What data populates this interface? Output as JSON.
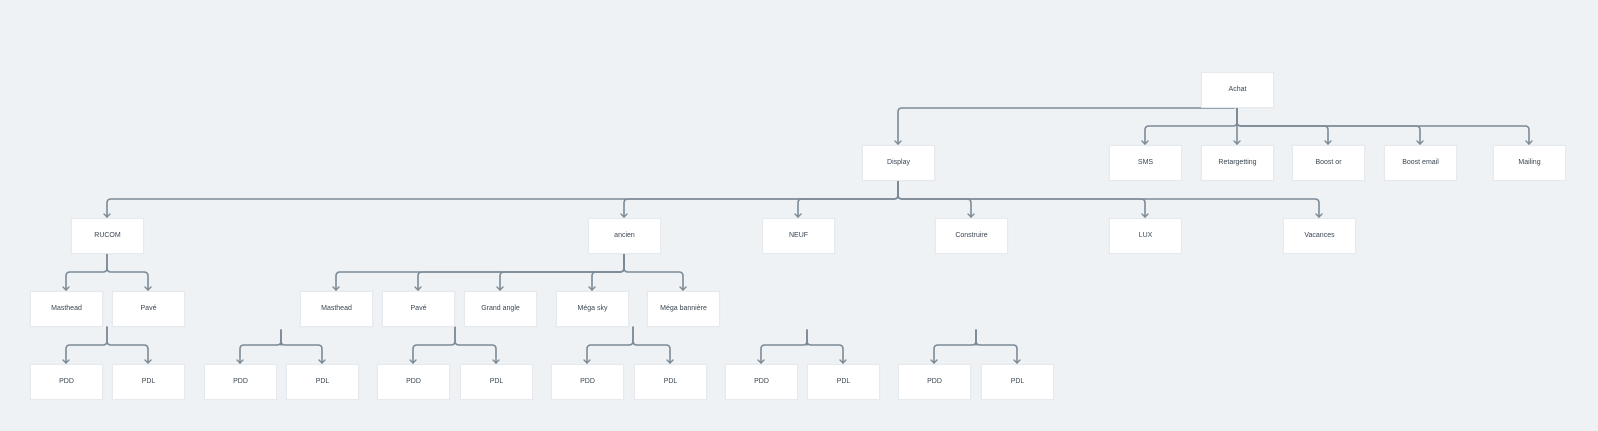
{
  "diagram": {
    "colors": {
      "background": "#eff2f5",
      "node_fill": "#ffffff",
      "node_text": "#3a4652",
      "connector": "#7c8a96"
    },
    "nodes": {
      "achat": "Achat",
      "display": "Display",
      "sms": "SMS",
      "retargetting": "Retargetting",
      "boost_or": "Boost or",
      "boost_email": "Boost email",
      "mailing": "Mailing",
      "rucom": "RUCOM",
      "ancien": "ancien",
      "neuf": "NEUF",
      "construire": "Construire",
      "lux": "LUX",
      "vacances": "Vacances",
      "rucom_masthead": "Masthead",
      "rucom_pave": "Pavé",
      "ancien_masthead": "Masthead",
      "ancien_pave": "Pavé",
      "ancien_grand_angle": "Grand angle",
      "ancien_mega_sky": "Méga sky",
      "ancien_mega_banniere": "Méga bannière",
      "pdd_1": "PDD",
      "pdl_1": "PDL",
      "pdd_2": "PDD",
      "pdl_2": "PDL",
      "pdd_3": "PDD",
      "pdl_3": "PDL",
      "pdd_4": "PDD",
      "pdl_4": "PDL",
      "pdd_5": "PDD",
      "pdl_5": "PDL",
      "pdd_6": "PDD",
      "pdl_6": "PDL"
    }
  }
}
